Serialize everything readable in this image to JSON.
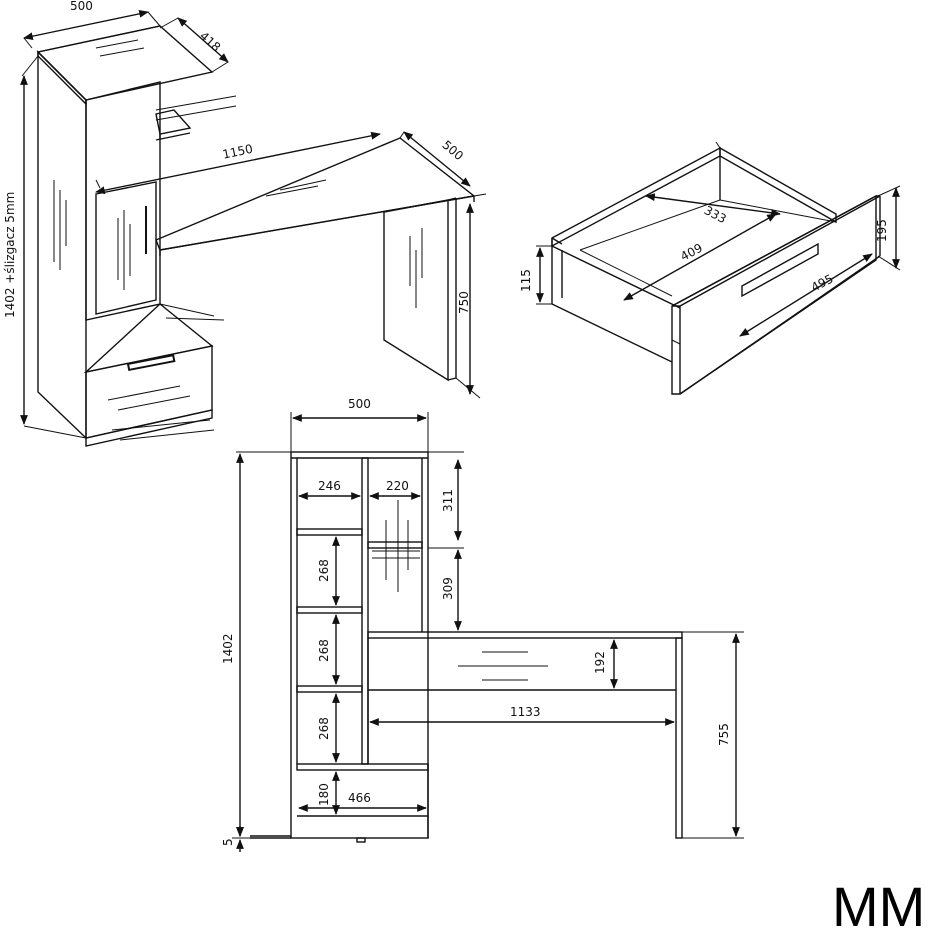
{
  "brand": {
    "unit_label": "MM"
  },
  "views": {
    "iso_unit": {
      "top_width": "500",
      "top_depth": "418",
      "desk_width": "1150",
      "desk_depth": "500",
      "desk_height": "750",
      "total_height": "1402 +ślizgacz 5mm"
    },
    "drawer": {
      "inner_width": "333",
      "inner_depth": "409",
      "outer_width": "495",
      "side_height": "115",
      "front_height": "195"
    },
    "front": {
      "tower_width": "500",
      "left_shelf_width": "246",
      "right_shelf_width": "220",
      "top_compartment": "311",
      "second_compartment": "309",
      "shelf_1": "268",
      "shelf_2": "268",
      "shelf_3": "268",
      "bottom_height": "180",
      "bottom_width": "466",
      "plinth": "5",
      "total_height": "1402",
      "drawer_height": "192",
      "desk_span": "1133",
      "desk_height": "755"
    }
  }
}
